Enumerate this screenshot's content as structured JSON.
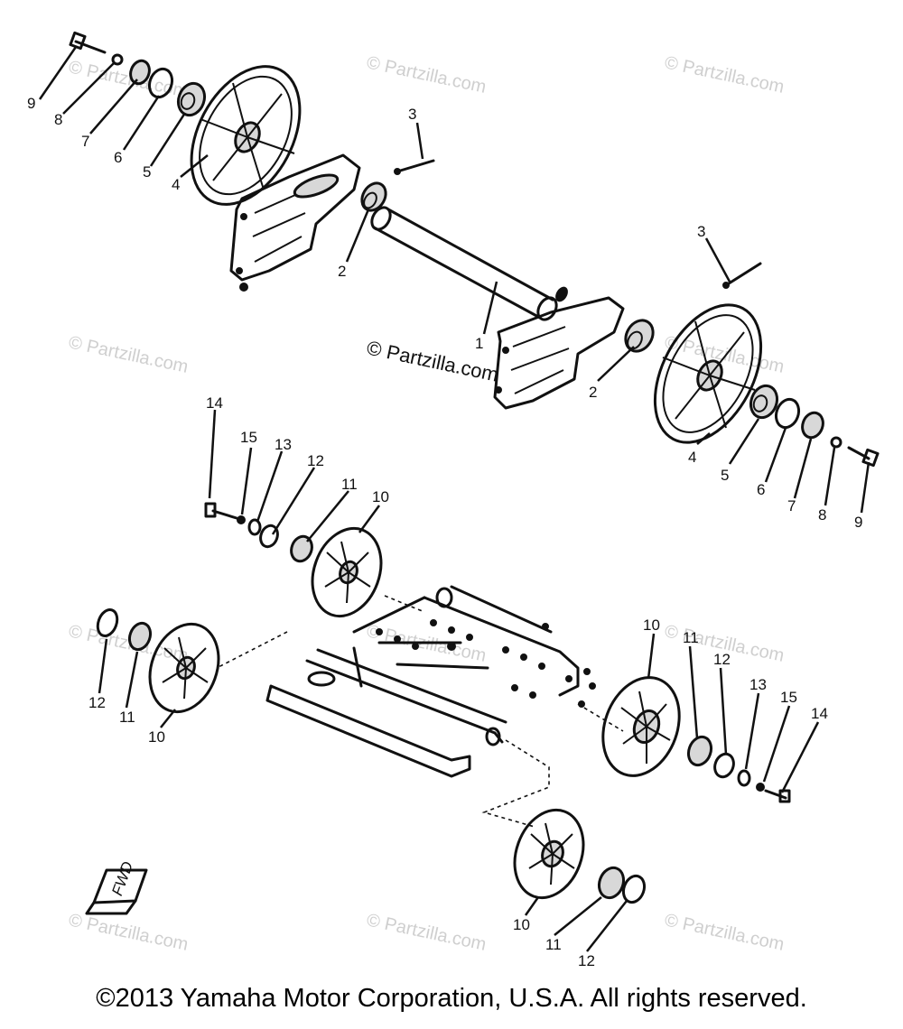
{
  "watermarks": {
    "faint": "© Partzilla.com",
    "center": "© Partzilla.com"
  },
  "callouts": {
    "upper": [
      "9",
      "8",
      "7",
      "6",
      "5",
      "4",
      "3",
      "2",
      "1",
      "3",
      "2",
      "4",
      "5",
      "6",
      "7",
      "8",
      "9"
    ],
    "lower": [
      "14",
      "15",
      "13",
      "12",
      "11",
      "10",
      "12",
      "11",
      "10",
      "10",
      "11",
      "12",
      "13",
      "15",
      "14",
      "10",
      "11",
      "12"
    ]
  },
  "fwd_label": "FWD",
  "copyright": "©2013 Yamaha Motor Corporation, U.S.A. All rights reserved."
}
